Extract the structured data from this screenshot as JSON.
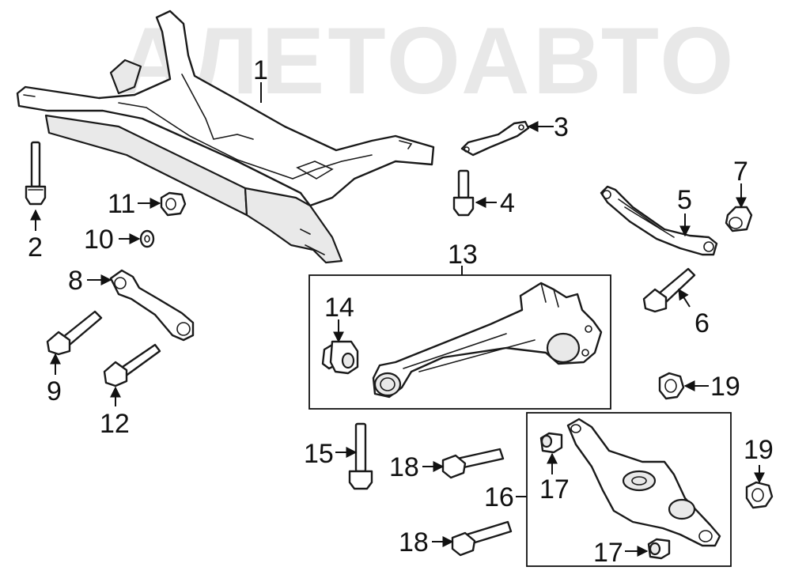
{
  "watermark": "АЛЕТОАВТО",
  "callouts": {
    "c1": "1",
    "c2": "2",
    "c3": "3",
    "c4": "4",
    "c5": "5",
    "c6": "6",
    "c7": "7",
    "c8": "8",
    "c9": "9",
    "c10": "10",
    "c11": "11",
    "c12": "12",
    "c13": "13",
    "c14": "14",
    "c15": "15",
    "c16": "16",
    "c17a": "17",
    "c17b": "17",
    "c18a": "18",
    "c18b": "18",
    "c19a": "19",
    "c19b": "19"
  }
}
